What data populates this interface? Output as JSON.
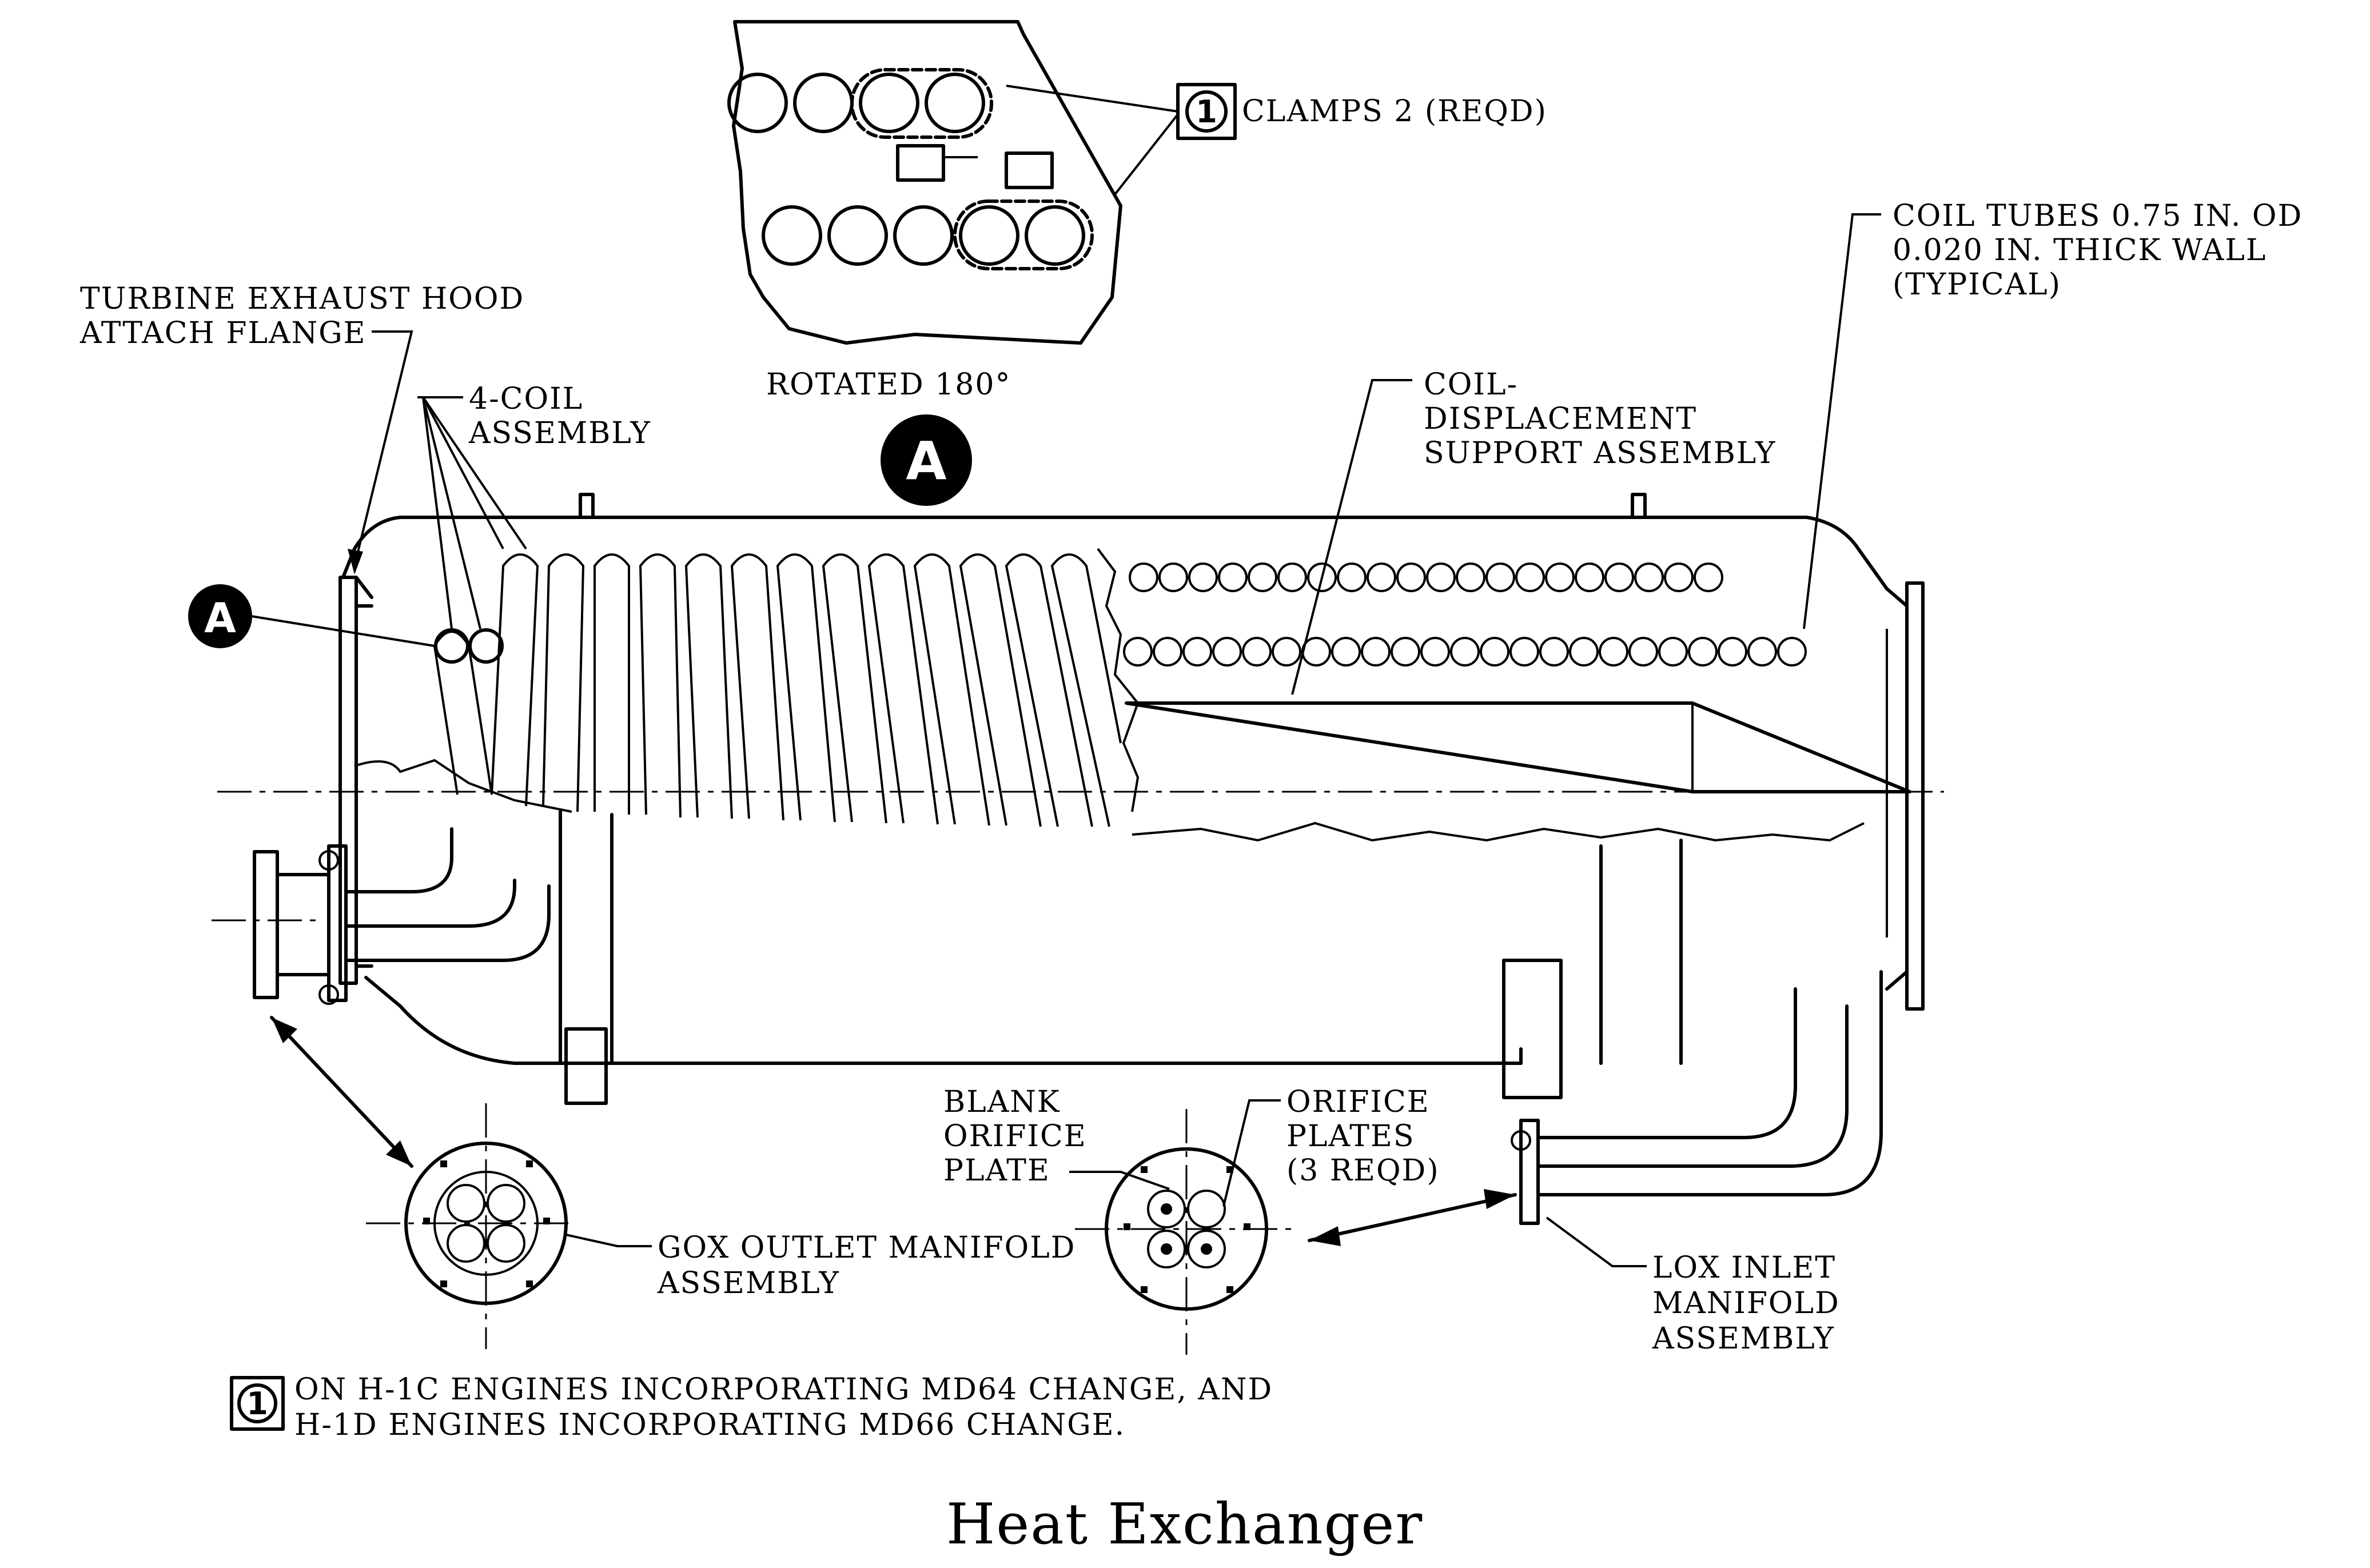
{
  "callouts": {
    "clamps": "CLAMPS 2 (REQD)",
    "rotated": "ROTATED 180°",
    "view_letter": "A",
    "turbine_l1": "TURBINE EXHAUST HOOD",
    "turbine_l2": "ATTACH FLANGE",
    "coil4_l1": "4-COIL",
    "coil4_l2": "ASSEMBLY",
    "coildisp_l1": "COIL-",
    "coildisp_l2": "DISPLACEMENT",
    "coildisp_l3": "SUPPORT ASSEMBLY",
    "tubes_l1": "COIL TUBES 0.75 IN. OD",
    "tubes_l2": "0.020 IN. THICK WALL",
    "tubes_l3": "(TYPICAL)",
    "blank_l1": "BLANK",
    "blank_l2": "ORIFICE",
    "blank_l3": "PLATE",
    "orifice_l1": "ORIFICE",
    "orifice_l2": "PLATES",
    "orifice_l3": "(3 REQD)",
    "gox_l1": "GOX OUTLET MANIFOLD",
    "gox_l2": "ASSEMBLY",
    "lox_l1": "LOX INLET",
    "lox_l2": "MANIFOLD",
    "lox_l3": "ASSEMBLY"
  },
  "note": {
    "number": "1",
    "line1": "ON H-1C ENGINES INCORPORATING MD64 CHANGE, AND",
    "line2": "H-1D ENGINES INCORPORATING MD66 CHANGE."
  },
  "caption": "Heat Exchanger"
}
